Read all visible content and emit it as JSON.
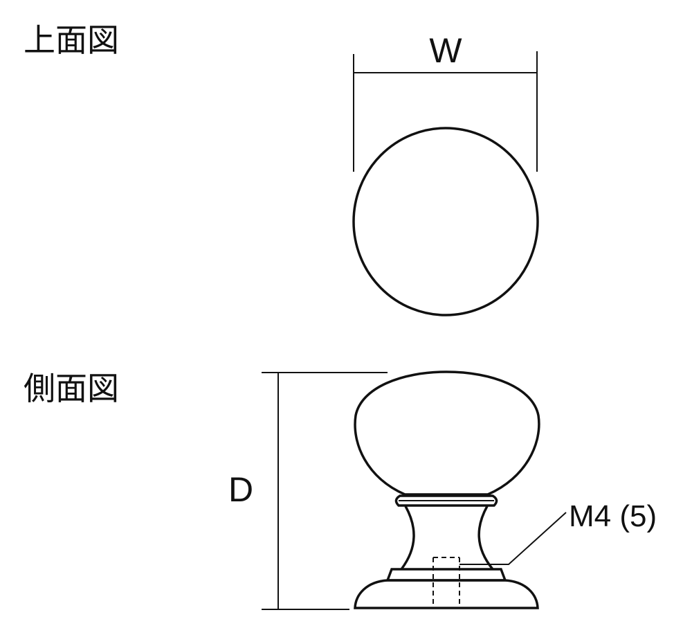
{
  "views": {
    "top": {
      "title": "上面図"
    },
    "side": {
      "title": "側面図"
    }
  },
  "dimensions": {
    "width_label": "W",
    "depth_label": "D"
  },
  "callout": {
    "thread_label": "M4 (5)"
  },
  "colors": {
    "line": "#111111",
    "background": "#ffffff"
  }
}
